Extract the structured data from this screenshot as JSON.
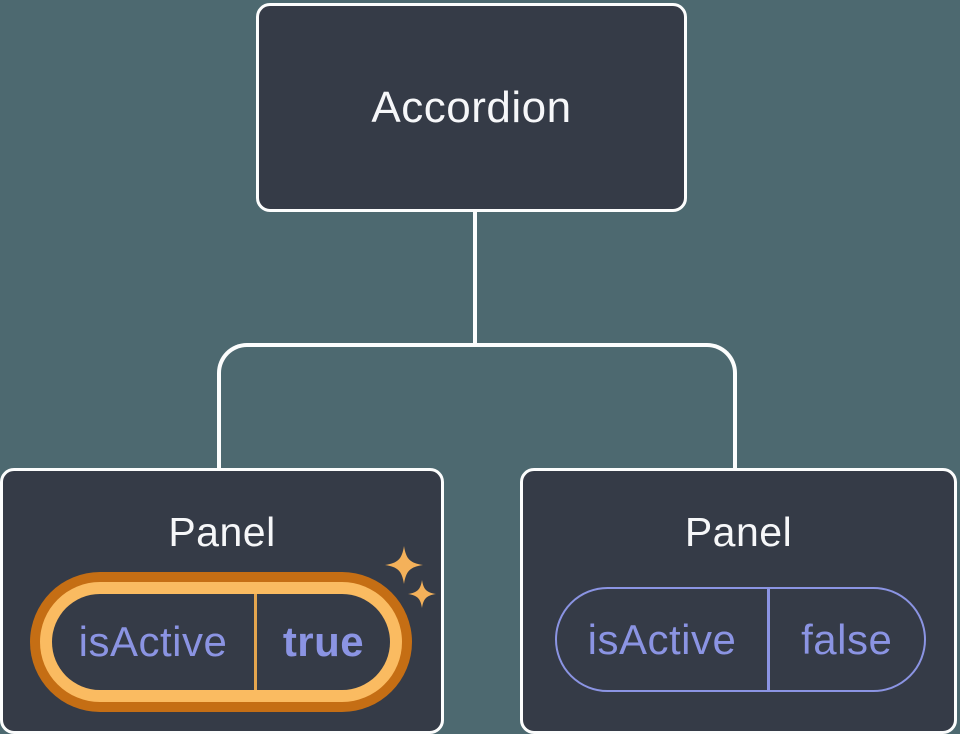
{
  "diagram": {
    "root": {
      "label": "Accordion"
    },
    "panels": [
      {
        "label": "Panel",
        "state": {
          "name": "isActive",
          "value": "true"
        },
        "highlighted": true
      },
      {
        "label": "Panel",
        "state": {
          "name": "isActive",
          "value": "false"
        },
        "highlighted": false
      }
    ],
    "icons": {
      "sparkles": "sparkles-icon"
    },
    "colors": {
      "background": "#4D6970",
      "node_fill": "#353B47",
      "node_border": "#FCFDFD",
      "text_primary": "#F6F7F9",
      "state_text": "#8B94E3",
      "highlight_outer": "#C56E14",
      "highlight_inner": "#FABB61",
      "highlight_divider": "#E5A64F",
      "sparkle": "#F4B15A"
    }
  }
}
